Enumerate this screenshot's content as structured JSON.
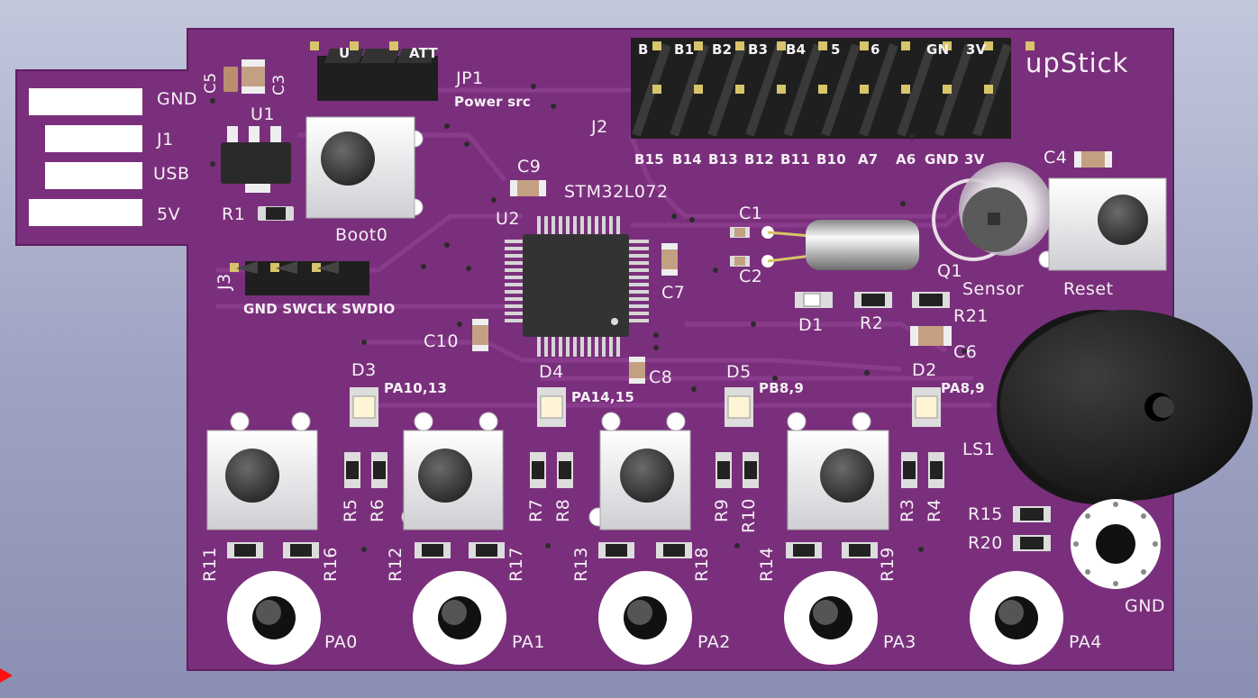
{
  "board": {
    "title": "upStick",
    "colors": {
      "background": "#a5a9c6",
      "soldermask": "#7a2f7c",
      "silkscreen": "#f4f0f4",
      "copper_pad": "#d8c46a",
      "cursor": "#ff1010"
    }
  },
  "usb": {
    "labels": [
      "GND",
      "J1",
      "USB",
      "5V"
    ]
  },
  "components": {
    "c5": "C5",
    "c3": "C3",
    "u1": "U1",
    "r1": "R1",
    "jp1_pins": [
      "U",
      "ATT"
    ],
    "jp1": "JP1",
    "jp1_desc": "Power src",
    "boot0": "Boot0",
    "j3": "J3",
    "j3_pins": "GND SWCLK SWDIO",
    "c9": "C9",
    "mcu": "STM32L072",
    "u2": "U2",
    "c7": "C7",
    "c10": "C10",
    "c8": "C8",
    "c1": "C1",
    "c2": "C2",
    "j2": "J2",
    "j2_top_pins": [
      "B",
      "B1",
      "B2",
      "B3",
      "B4",
      "5",
      "6",
      "",
      "GN",
      "3V"
    ],
    "j2_bottom_pins": [
      "B15",
      "B14",
      "B13",
      "B12",
      "B11",
      "B10",
      "A7",
      "A6",
      "GND",
      "3V"
    ],
    "c4": "C4",
    "q1": "Q1",
    "sensor": "Sensor",
    "reset": "Reset",
    "d1": "D1",
    "r2": "R2",
    "r21": "R21",
    "c6": "C6",
    "ls1": "LS1",
    "r15": "R15",
    "r20": "R20",
    "gnd": "GND"
  },
  "leds": [
    {
      "ref": "D3",
      "pins": "PA10,13"
    },
    {
      "ref": "D4",
      "pins": "PA14,15"
    },
    {
      "ref": "D5",
      "pins": "PB8,9"
    },
    {
      "ref": "D2",
      "pins": "PA8,9"
    }
  ],
  "resistors": {
    "pair_top": [
      "R5",
      "R6",
      "R7",
      "R8",
      "R9",
      "R10",
      "R3",
      "R4"
    ],
    "pair_bottom": [
      "R11",
      "R16",
      "R12",
      "R17",
      "R13",
      "R18",
      "R14",
      "R19"
    ]
  },
  "pads": [
    "PA0",
    "PA1",
    "PA2",
    "PA3",
    "PA4"
  ]
}
